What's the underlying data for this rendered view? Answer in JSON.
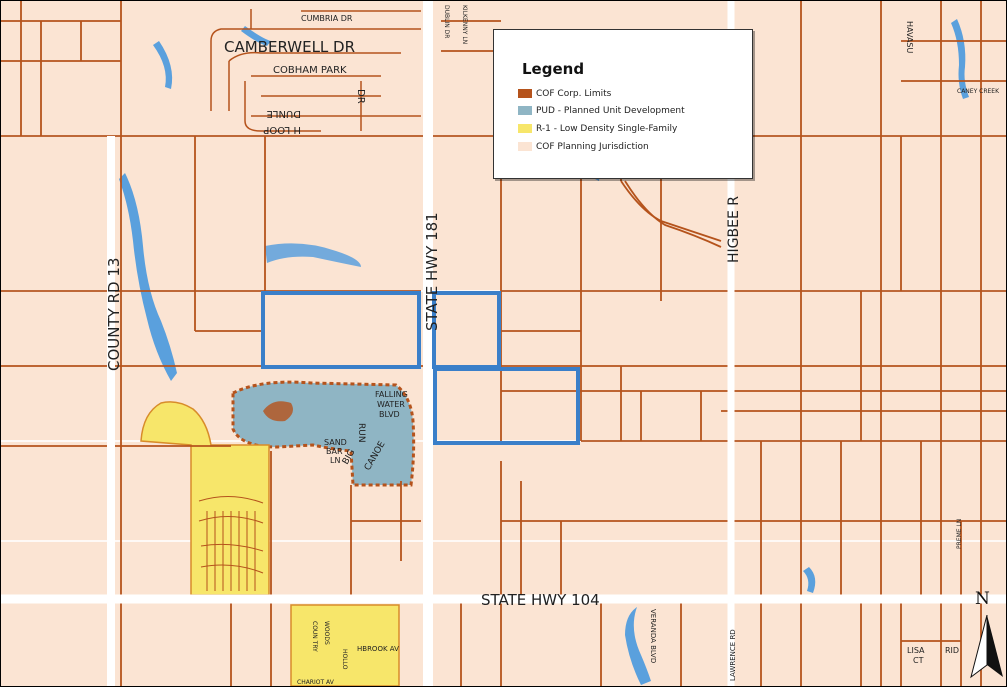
{
  "legend": {
    "title": "Legend",
    "items": [
      {
        "label": "COF Corp. Limits",
        "color": "#b5531c"
      },
      {
        "label": "PUD - Planned Unit Development",
        "color": "#8fb5c4"
      },
      {
        "label": "R-1 - Low Density Single-Family",
        "color": "#f7e66a"
      },
      {
        "label": "COF Planning Jurisdiction",
        "color": "#fbe4d3"
      }
    ]
  },
  "roads": {
    "county_rd_13": "COUNTY RD 13",
    "state_hwy_181": "STATE HWY 181",
    "state_hwy_104": "STATE HWY 104",
    "higbee_rd": "HIGBEE R",
    "camberwell_dr": "CAMBERWELL DR",
    "cobham_park": "COBHAM PARK",
    "dr": "DR",
    "dunle": "DUNLE",
    "h_loop": "H LOOP",
    "cumbria": "CUMBRIA DR",
    "falling": "FALLING",
    "water": "WATER",
    "blvd": "BLVD",
    "sand": "SAND",
    "bar": "BAR",
    "ln": "LN",
    "big": "BIG",
    "canoe": "CANOE",
    "run": "RUN",
    "veranda": "VERANDA BLVD",
    "lawrence": "LAWRENCE RD",
    "lisa": "LISA",
    "ct": "CT",
    "caney": "CANEY CREEK",
    "hbrook": "HBROOK AV",
    "chariot": "CHARIOT AV",
    "country": "COUN TRY",
    "woods": "WOODS",
    "hollo": "HOLLO",
    "rid": "RID",
    "dublin": "DUBLIN DR",
    "kilkenny": "KILKENNY LN",
    "havasu": "HAVASU",
    "preme": "PREME LN"
  },
  "north_arrow": {
    "label": "N"
  },
  "colors": {
    "background": "#fbe4d3",
    "road_line": "#b5531c",
    "water": "#5aa0dd",
    "parcel_outline": "#3a7fc9",
    "pud": "#8fb5c4",
    "r1": "#f7e66a",
    "highway": "#ffffff"
  }
}
